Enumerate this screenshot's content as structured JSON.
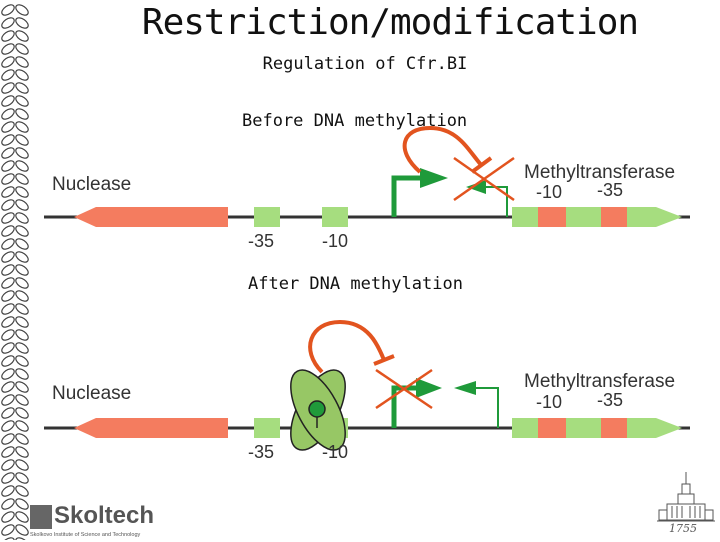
{
  "title": "Restriction/modification",
  "subtitle": "Regulation of Cfr.BI",
  "panel_before": {
    "heading": "Before DNA methylation",
    "left_gene": "Nuclease",
    "right_gene": "Methyltransferase",
    "left_box1": "-35",
    "left_box2": "-10",
    "right_box1": "-10",
    "right_box2": "-35"
  },
  "panel_after": {
    "heading": "After DNA methylation",
    "left_gene": "Nuclease",
    "right_gene": "Methyltransferase",
    "left_box1": "-35",
    "left_box2": "-10",
    "right_box1": "-10",
    "right_box2": "-35"
  },
  "logo": {
    "name": "Skoltech",
    "tagline": "Skolkovo Institute of Science and Technology"
  },
  "crest_year": "1755",
  "colors": {
    "salmon": "#f47c5f",
    "light_green": "#a6dd7f",
    "dark_green": "#1f9a3a",
    "orange_red": "#e2541f",
    "olive_protein": "#97c765"
  }
}
